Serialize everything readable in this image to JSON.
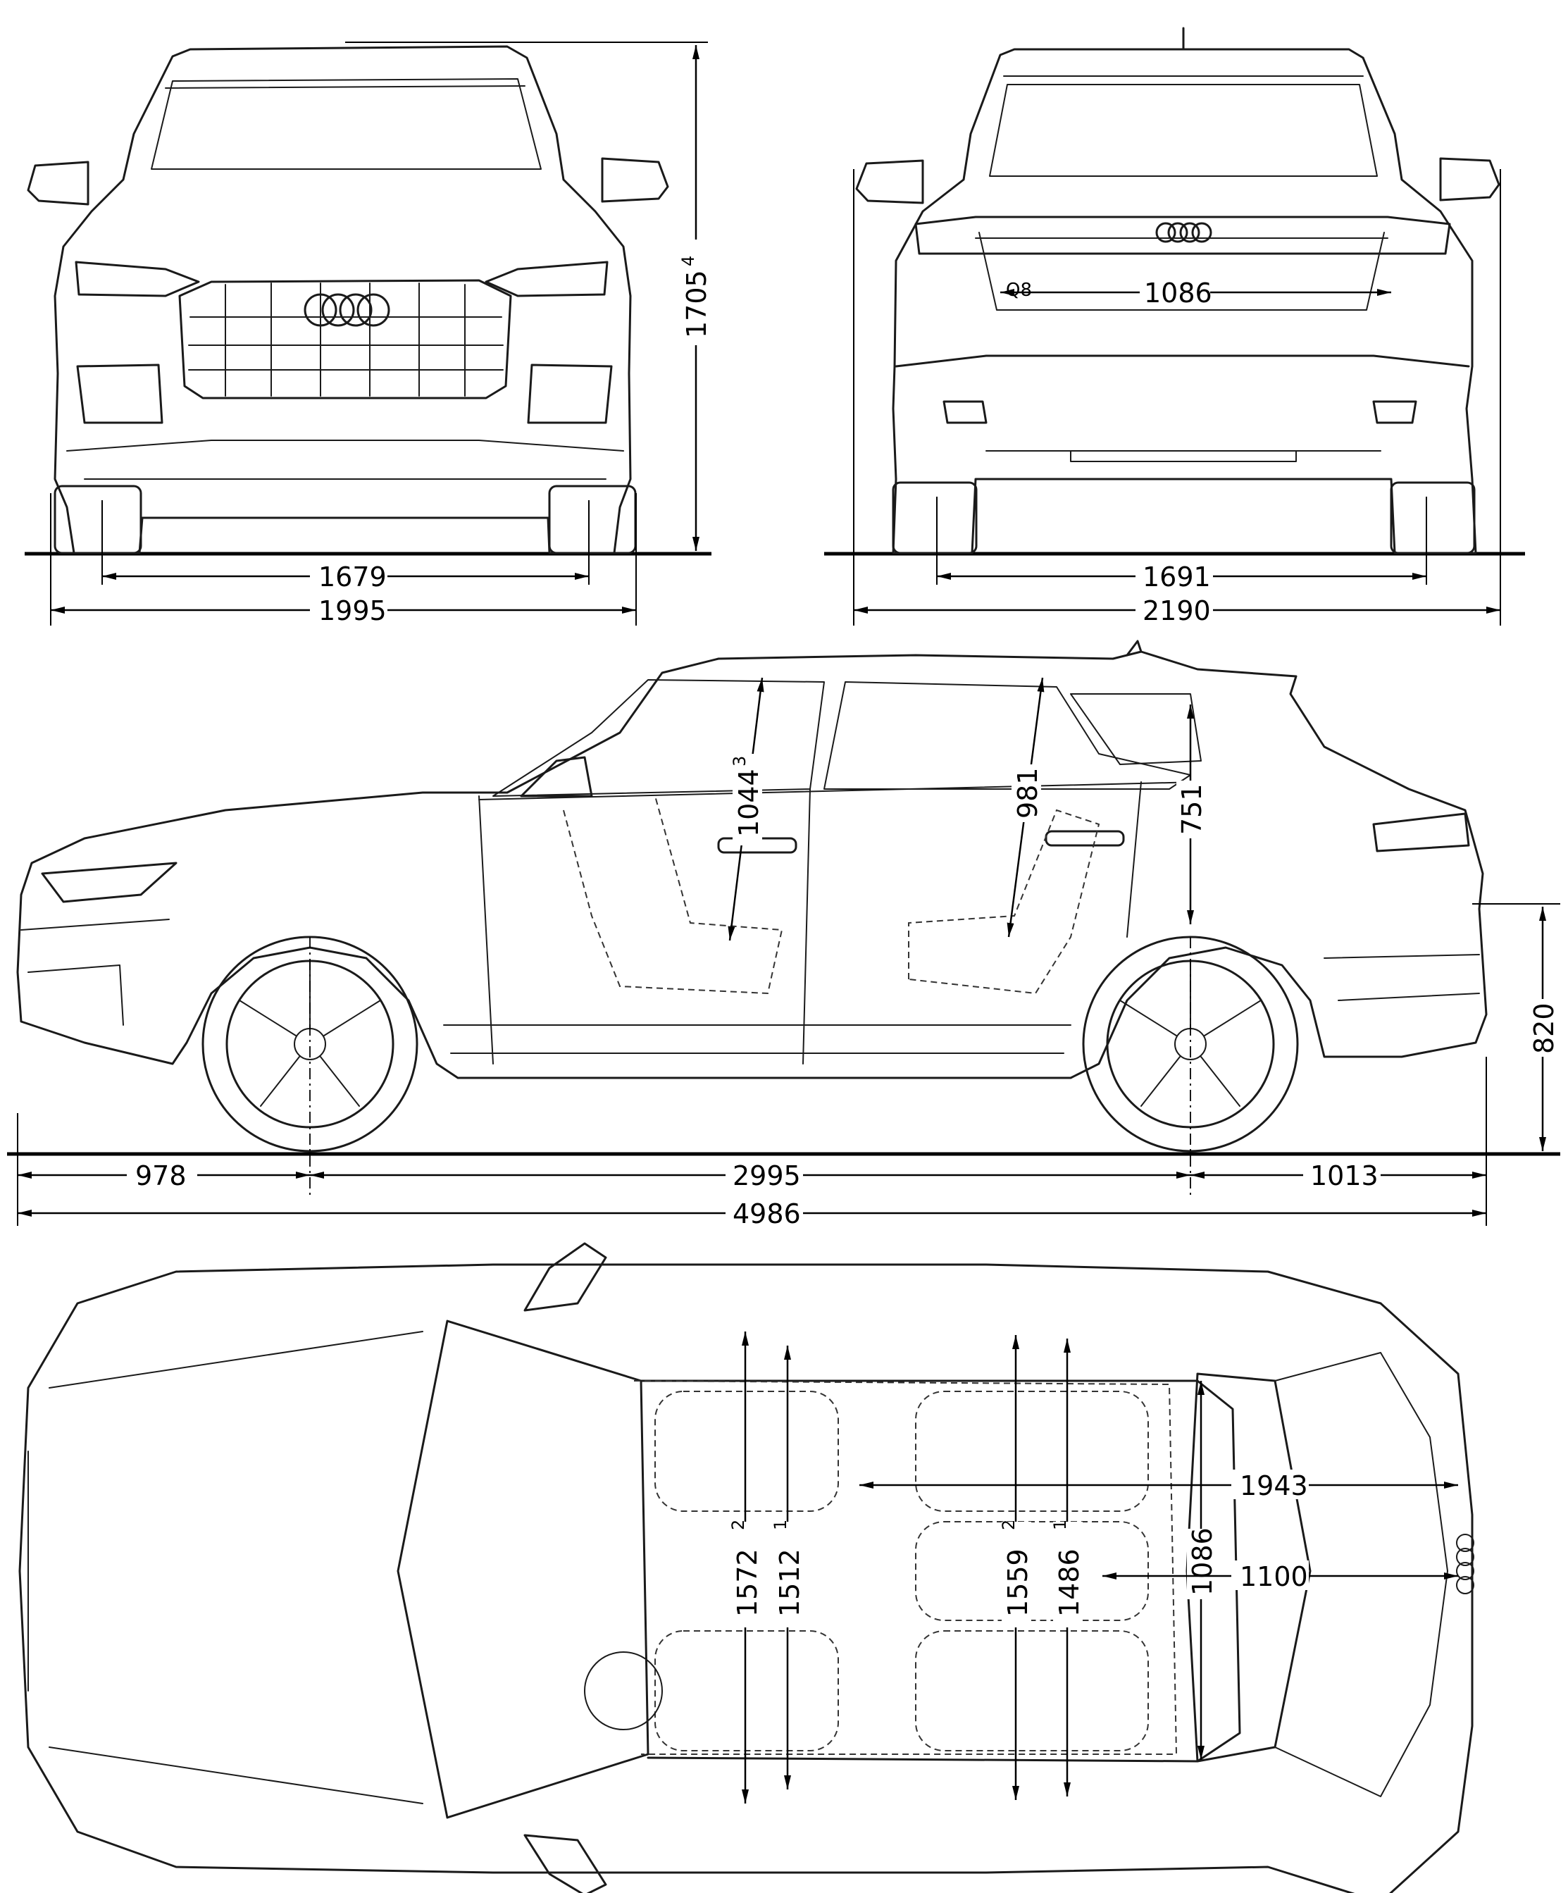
{
  "front_view": {
    "height": "1705",
    "height_note": "4",
    "track": "1679",
    "width": "1995"
  },
  "rear_view": {
    "tailgate_opening_width": "1086",
    "track": "1691",
    "width_with_mirrors": "2190"
  },
  "side_view": {
    "front_headroom": "1044",
    "front_headroom_note": "3",
    "rear_headroom": "981",
    "tailgate_opening_height": "751",
    "loading_sill_height": "820",
    "front_overhang": "978",
    "wheelbase": "2995",
    "rear_overhang": "1013",
    "length": "4986"
  },
  "top_view": {
    "front_shoulder_width": "1572",
    "front_shoulder_width_note": "2",
    "front_elbow_width": "1512",
    "front_elbow_width_note": "1",
    "rear_shoulder_width": "1559",
    "rear_shoulder_width_note": "2",
    "rear_elbow_width": "1486",
    "rear_elbow_width_note": "1",
    "luggage_width": "1086",
    "luggage_length": "1943",
    "luggage_length_rear_seats": "1100"
  },
  "badge": "Q8"
}
